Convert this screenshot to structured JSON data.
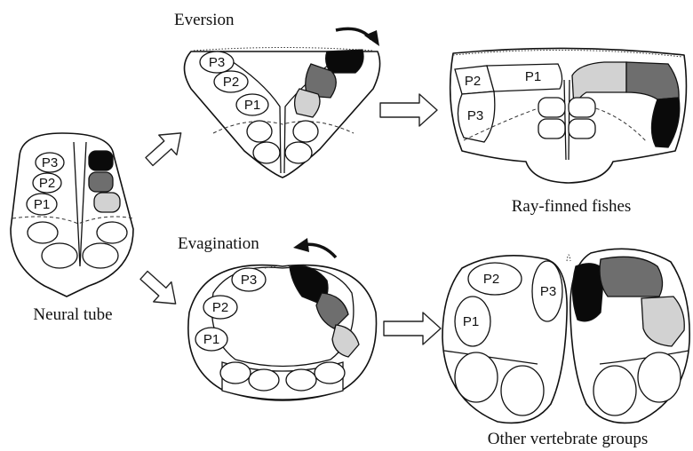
{
  "labels": {
    "eversion": "Eversion",
    "evagination": "Evagination",
    "neural_tube": "Neural tube",
    "ray_finned": "Ray-finned fishes",
    "other_vertebrates": "Other vertebrate groups"
  },
  "pallial": {
    "p1": "P1",
    "p2": "P2",
    "p3": "P3"
  },
  "colors": {
    "black": "#0a0a0a",
    "dark_gray": "#6e6e6e",
    "light_gray": "#d2d2d2"
  }
}
